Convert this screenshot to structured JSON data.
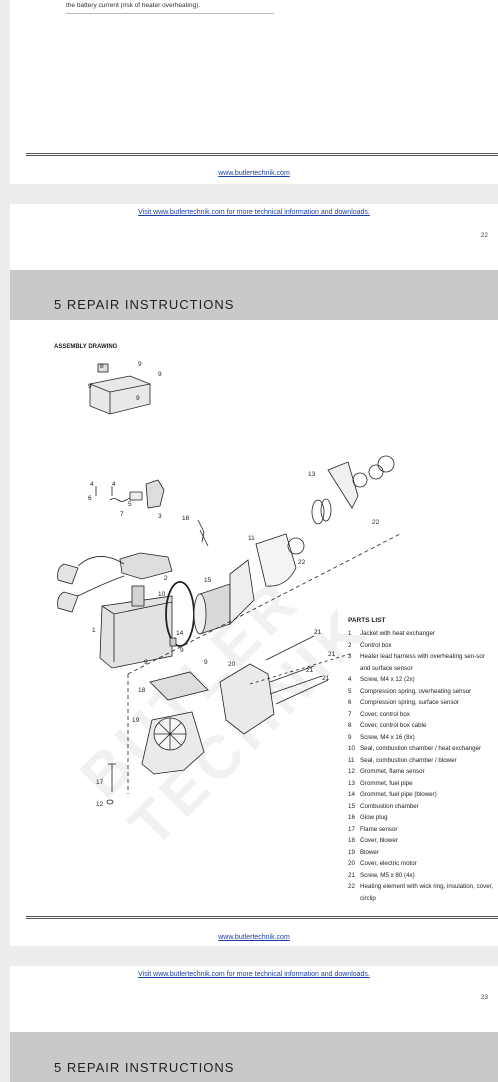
{
  "page1": {
    "note_text": "the battery current (risk of heater overheating).",
    "footer_link": "www.butlertechnik.com"
  },
  "page2": {
    "visit_text": "Visit www.butlertechnik.com for more technical information and downloads.",
    "page_number": "22",
    "section_title": "5  REPAIR INSTRUCTIONS",
    "sub_heading": "ASSEMBLY DRAWING",
    "parts_title": "PARTS LIST",
    "parts": [
      {
        "num": "1",
        "text": "Jacket with heat exchanger"
      },
      {
        "num": "2",
        "text": "Control box"
      },
      {
        "num": "3",
        "text": "Heater lead harness with overheating sen-sor and surface sensor"
      },
      {
        "num": "4",
        "text": "Screw, M4 x 12 (2x)"
      },
      {
        "num": "5",
        "text": "Compression spring, overheating sensor"
      },
      {
        "num": "6",
        "text": "Compression spring, surface sensor"
      },
      {
        "num": "7",
        "text": "Cover, control box"
      },
      {
        "num": "8",
        "text": "Cover, control box cable"
      },
      {
        "num": "9",
        "text": "Screw, M4 x 16 (8x)"
      },
      {
        "num": "10",
        "text": "Seal, combustion chamber / heat exchanger"
      },
      {
        "num": "11",
        "text": "Seal, combustion chamber / blower"
      },
      {
        "num": "12",
        "text": "Grommet, flame sensor"
      },
      {
        "num": "13",
        "text": "Grommet, fuel pipe"
      },
      {
        "num": "14",
        "text": "Grommet, fuel pipe (blower)"
      },
      {
        "num": "15",
        "text": "Combustion chamber"
      },
      {
        "num": "16",
        "text": "Glow plug"
      },
      {
        "num": "17",
        "text": "Flame sensor"
      },
      {
        "num": "18",
        "text": "Cover, blower"
      },
      {
        "num": "19",
        "text": "Blower"
      },
      {
        "num": "20",
        "text": "Cover, electric motor"
      },
      {
        "num": "21",
        "text": "Screw, M5 x 80 (4x)"
      },
      {
        "num": "22",
        "text": "Heating element with wick ring, insulation, cover, circlip"
      }
    ],
    "callouts": [
      "8",
      "9",
      "9",
      "9",
      "9",
      "4",
      "4",
      "6",
      "5",
      "7",
      "3",
      "16",
      "1",
      "2",
      "10",
      "11",
      "15",
      "22",
      "13",
      "22",
      "14",
      "9",
      "9",
      "9",
      "18",
      "20",
      "19",
      "17",
      "12",
      "21",
      "21",
      "21",
      "21"
    ],
    "footer_link": "www.butlertechnik.com"
  },
  "page3": {
    "visit_text": "Visit www.butlertechnik.com for more technical information and downloads.",
    "page_number": "23",
    "section_title": "5  REPAIR INSTRUCTIONS"
  }
}
